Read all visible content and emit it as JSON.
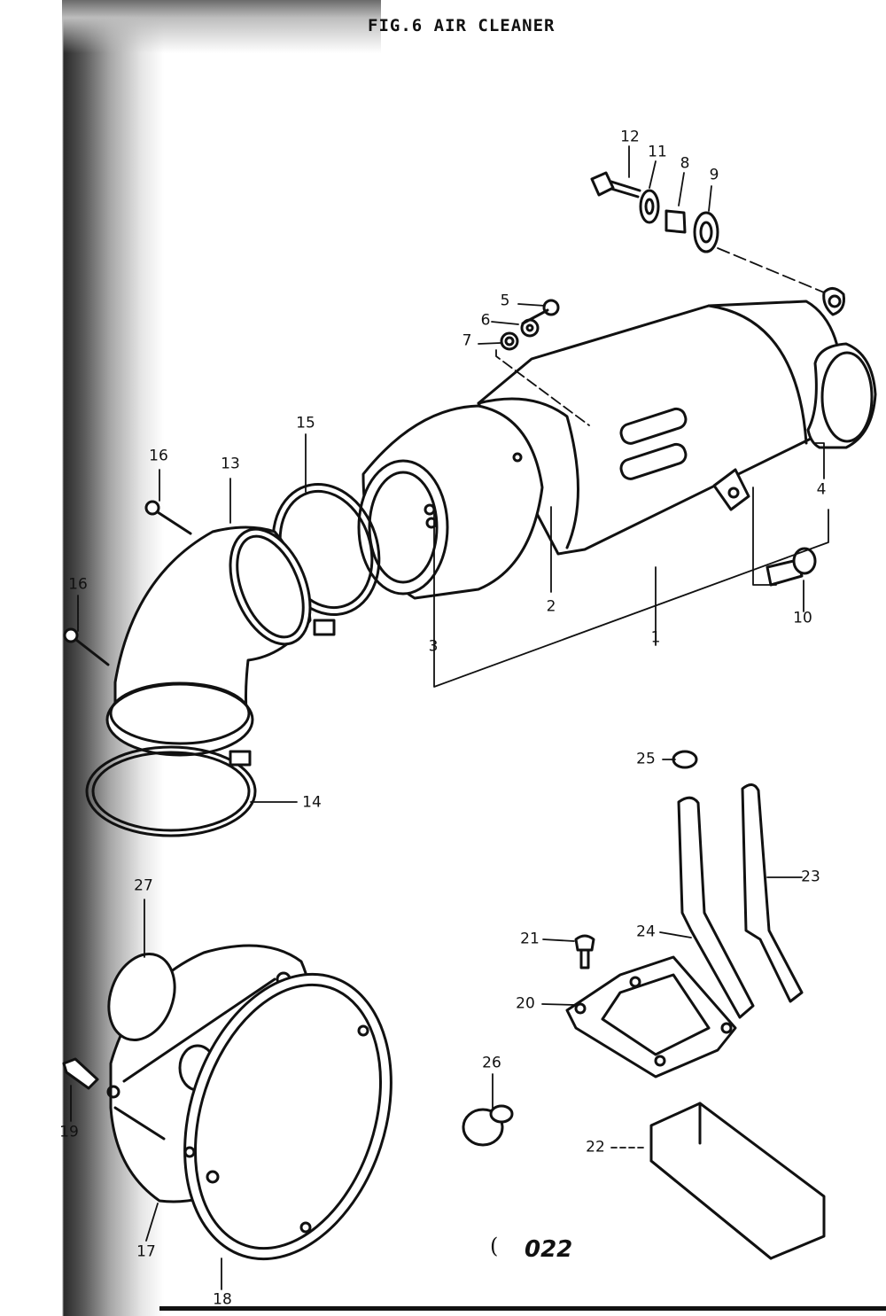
{
  "figure": {
    "title": "FIG.6  AIR CLEANER",
    "ref_mark": "(",
    "ref_code": "022"
  },
  "callouts": {
    "c1": "1",
    "c2": "2",
    "c3": "3",
    "c4": "4",
    "c5": "5",
    "c6": "6",
    "c7": "7",
    "c8": "8",
    "c9": "9",
    "c10": "10",
    "c11": "11",
    "c12": "12",
    "c13": "13",
    "c14": "14",
    "c15": "15",
    "c16a": "16",
    "c16b": "16",
    "c17": "17",
    "c18": "18",
    "c19": "19",
    "c20": "20",
    "c21": "21",
    "c22": "22",
    "c23": "23",
    "c24": "24",
    "c25": "25",
    "c26": "26",
    "c27": "27"
  },
  "colors": {
    "ink": "#111111",
    "paper": "#ffffff"
  }
}
